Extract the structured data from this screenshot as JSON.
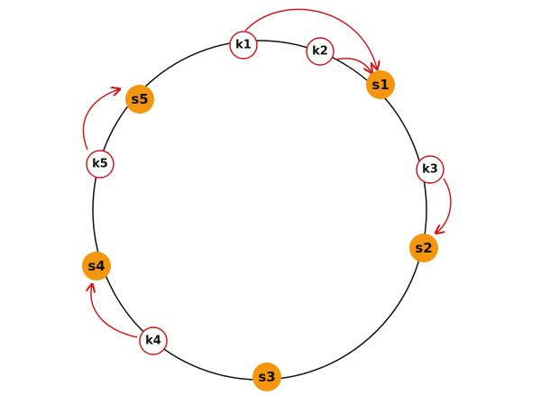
{
  "colors": {
    "ring": "#111111",
    "server_fill": "#f5960f",
    "key_fill": "#ffffff",
    "key_stroke": "#d11b1b",
    "arrow": "#d11b1b",
    "label": "#111111"
  },
  "nodes": {
    "k1": {
      "label": "k1",
      "kind": "key"
    },
    "k2": {
      "label": "k2",
      "kind": "key"
    },
    "k3": {
      "label": "k3",
      "kind": "key"
    },
    "k4": {
      "label": "k4",
      "kind": "key"
    },
    "k5": {
      "label": "k5",
      "kind": "key"
    },
    "s1": {
      "label": "s1",
      "kind": "server"
    },
    "s2": {
      "label": "s2",
      "kind": "server"
    },
    "s3": {
      "label": "s3",
      "kind": "server"
    },
    "s4": {
      "label": "s4",
      "kind": "server"
    },
    "s5": {
      "label": "s5",
      "kind": "server"
    }
  },
  "arrows": [
    {
      "from": "k1",
      "to": "s1"
    },
    {
      "from": "k2",
      "to": "s1"
    },
    {
      "from": "k3",
      "to": "s2"
    },
    {
      "from": "k4",
      "to": "s4"
    },
    {
      "from": "k5",
      "to": "s5"
    }
  ]
}
